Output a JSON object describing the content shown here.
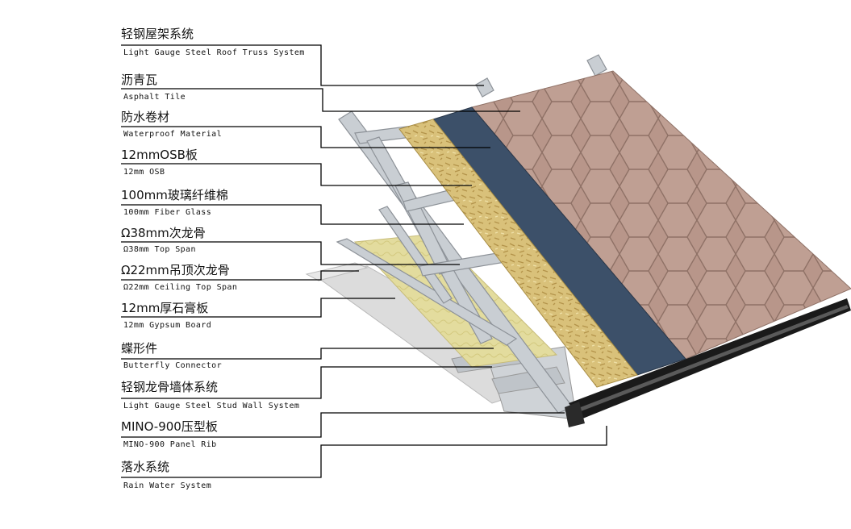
{
  "title": "",
  "labels": [
    {
      "cn": "轻钢屋架系统",
      "en": "Light Gauge Steel Roof Truss System"
    },
    {
      "cn": "沥青瓦",
      "en": "Asphalt Tile"
    },
    {
      "cn": "防水卷材",
      "en": "Waterproof Material"
    },
    {
      "cn": "12mmOSB板",
      "en": "12mm OSB"
    },
    {
      "cn": "100mm玻璃纤维棉",
      "en": "100mm Fiber Glass"
    },
    {
      "cn": "Ω38mm次龙骨",
      "en": "Ω38mm Top Span"
    },
    {
      "cn": "Ω22mm吊顶次龙骨",
      "en": "Ω22mm Ceiling Top Span"
    },
    {
      "cn": "12mm厚石膏板",
      "en": "12mm Gypsum Board"
    },
    {
      "cn": "蝶形件",
      "en": "Butterfly Connector"
    },
    {
      "cn": "轻钢龙骨墙体系统",
      "en": "Light Gauge Steel Stud Wall System"
    },
    {
      "cn": "MINO-900压型板",
      "en": "MINO-900 Panel Rib"
    },
    {
      "cn": "落水系统",
      "en": "Rain Water System"
    }
  ],
  "colors": {
    "shingle": "#b8968a",
    "shingle_line": "#8f7166",
    "membrane": "#3c5069",
    "osb": "#d9c17a",
    "fiberglass": "#e3dc9e",
    "steel": "#c9ced3",
    "gypsum": "#dcdcdc",
    "gutter": "#1a1a1a"
  }
}
